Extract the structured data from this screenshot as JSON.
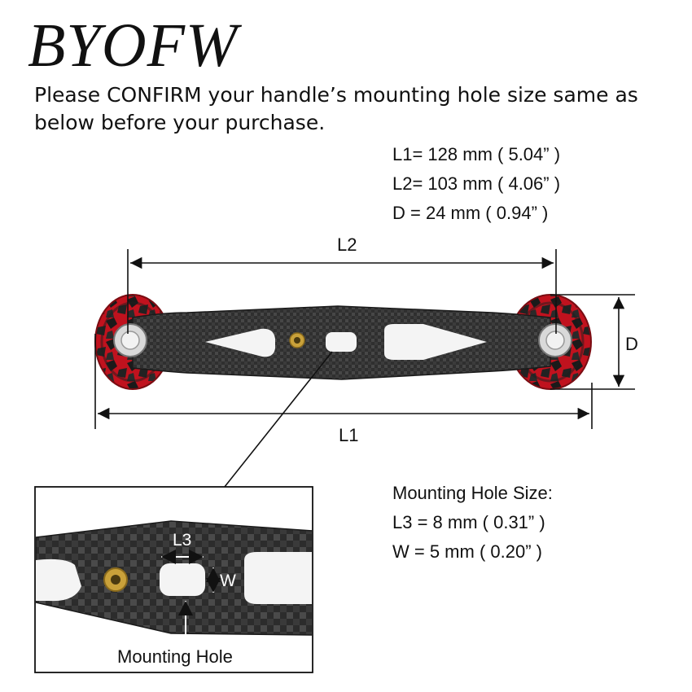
{
  "brand": {
    "name": "BYOFW"
  },
  "notice": {
    "text": "Please CONFIRM your handle’s mounting hole size same as below before your purchase."
  },
  "specs": {
    "l1": "L1= 128 mm ( 5.04” )",
    "l2": "L2= 103 mm ( 4.06” )",
    "d": "D = 24 mm ( 0.94” )"
  },
  "hole_specs": {
    "title": "Mounting Hole Size:",
    "l3": "L3 = 8 mm ( 0.31” )",
    "w": "W = 5 mm ( 0.20” )"
  },
  "dimension_labels": {
    "l1": "L1",
    "l2": "L2",
    "d": "D",
    "l3": "L3",
    "w": "W"
  },
  "inset": {
    "caption": "Mounting Hole"
  },
  "colors": {
    "carbon": "#2b2b2b",
    "knob_red": "#c0121e",
    "brass": "#c9a13a"
  }
}
